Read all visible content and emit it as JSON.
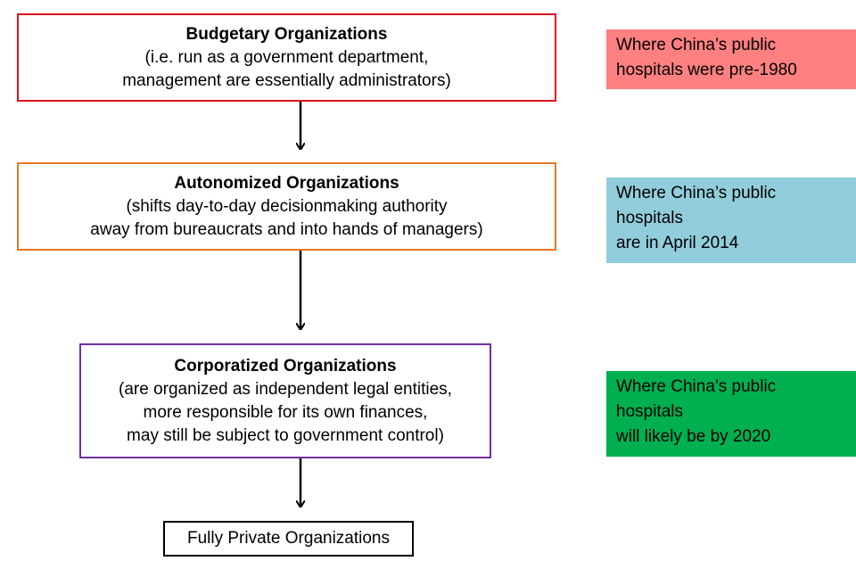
{
  "colors": {
    "budgetary_border": "#e0121a",
    "autonomized_border": "#e87722",
    "corporatized_border": "#7030a0",
    "private_border": "#000000",
    "note_pre1980": "#ff8080",
    "note_2014": "#92cddc",
    "note_2020": "#00b050"
  },
  "stages": {
    "budgetary": {
      "title": "Budgetary Organizations",
      "lines": [
        "(i.e. run as a government department,",
        "management are essentially administrators)"
      ]
    },
    "autonomized": {
      "title": "Autonomized Organizations",
      "lines": [
        "(shifts day-to-day decisionmaking authority",
        "away from bureaucrats and into hands of managers)"
      ]
    },
    "corporatized": {
      "title": "Corporatized Organizations",
      "lines": [
        "(are organized as independent legal entities,",
        "more responsible for its own finances,",
        "may still be subject to government control)"
      ]
    },
    "private": {
      "title": "Fully Private Organizations"
    }
  },
  "notes": {
    "pre1980": {
      "lines": [
        "Where China’s public",
        "hospitals were pre-1980"
      ]
    },
    "april2014": {
      "lines": [
        "Where China’s public",
        "hospitals",
        "are in April 2014"
      ]
    },
    "by2020": {
      "lines": [
        "Where China’s public",
        "hospitals",
        "will likely be by 2020"
      ]
    }
  }
}
